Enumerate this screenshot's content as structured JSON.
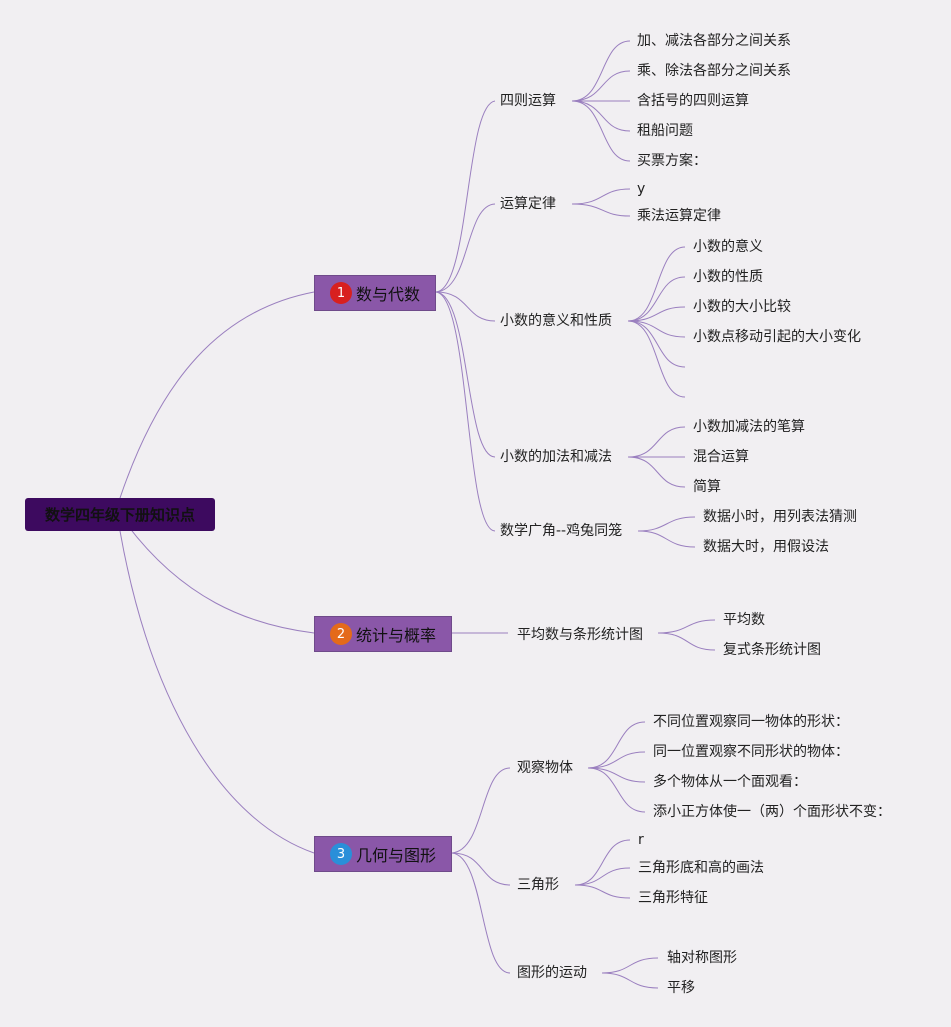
{
  "root": {
    "title": "数学四年级下册知识点"
  },
  "branches": [
    {
      "num": "1",
      "label": "数与代数",
      "color": "#d8201f"
    },
    {
      "num": "2",
      "label": "统计与概率",
      "color": "#e46a1a"
    },
    {
      "num": "3",
      "label": "几何与图形",
      "color": "#2a8fd9"
    }
  ],
  "b1": {
    "t1": {
      "label": "四则运算",
      "items": [
        "加、减法各部分之间关系",
        "乘、除法各部分之间关系",
        "含括号的四则运算",
        "租船问题",
        "买票方案："
      ]
    },
    "t2": {
      "label": "运算定律",
      "items": [
        "y",
        "乘法运算定律"
      ]
    },
    "t3": {
      "label": "小数的意义和性质",
      "items": [
        "小数的意义",
        "小数的性质",
        "小数的大小比较",
        "小数点移动引起的大小变化"
      ]
    },
    "t4": {
      "label": "小数的加法和减法",
      "items": [
        "小数加减法的笔算",
        "混合运算",
        "简算"
      ]
    },
    "t5": {
      "label": "数学广角--鸡兔同笼",
      "items": [
        "数据小时，用列表法猜测",
        "数据大时，用假设法"
      ]
    }
  },
  "b2": {
    "t1": {
      "label": "平均数与条形统计图",
      "items": [
        "平均数",
        "复式条形统计图"
      ]
    }
  },
  "b3": {
    "t1": {
      "label": "观察物体",
      "items": [
        "不同位置观察同一物体的形状：",
        "同一位置观察不同形状的物体：",
        "多个物体从一个面观看：",
        "添小正方体使一（两）个面形状不变："
      ]
    },
    "t2": {
      "label": "三角形",
      "items": [
        "r",
        "三角形底和高的画法",
        "三角形特征"
      ]
    },
    "t3": {
      "label": "图形的运动",
      "items": [
        "轴对称图形",
        "平移"
      ]
    }
  }
}
